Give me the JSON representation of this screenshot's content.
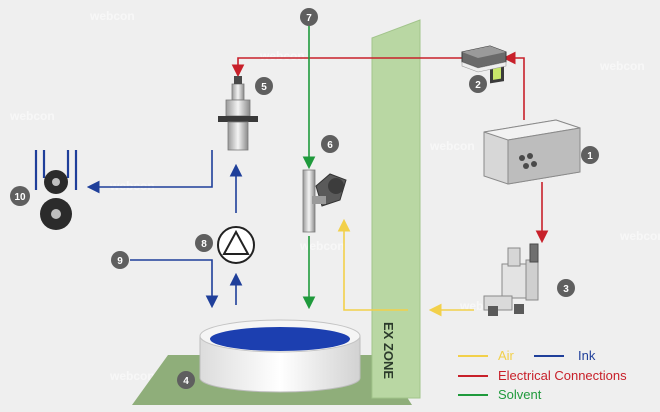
{
  "zone": {
    "label": "EX ZONE"
  },
  "badges": [
    "1",
    "2",
    "3",
    "4",
    "5",
    "6",
    "7",
    "8",
    "9",
    "10"
  ],
  "legend": {
    "air": "Air",
    "ink": "Ink",
    "electrical": "Electrical Connections",
    "solvent": "Solvent"
  },
  "watermark": {
    "brand": "webcon"
  },
  "colors": {
    "air": "#f2d04a",
    "ink": "#1f3f9a",
    "electrical": "#c8202a",
    "solvent": "#1f9a3c",
    "zone_fill": "#b9d7a3",
    "floor_fill": "#8fae7a",
    "badge": "#5f5f5f",
    "ink_surface": "#1c3fb0"
  }
}
